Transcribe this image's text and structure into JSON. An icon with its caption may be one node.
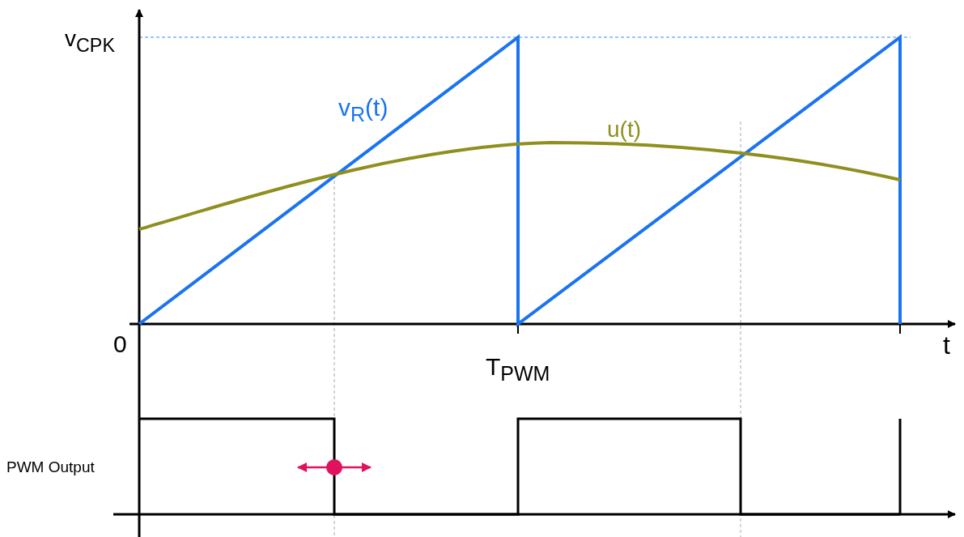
{
  "diagram": {
    "labels": [
      "v$_{CPK}$",
      "v$_{R}$(t)",
      "u(t)",
      "0",
      "T$_{PWM}$",
      "t",
      "PWM Output"
    ]
  }
}
